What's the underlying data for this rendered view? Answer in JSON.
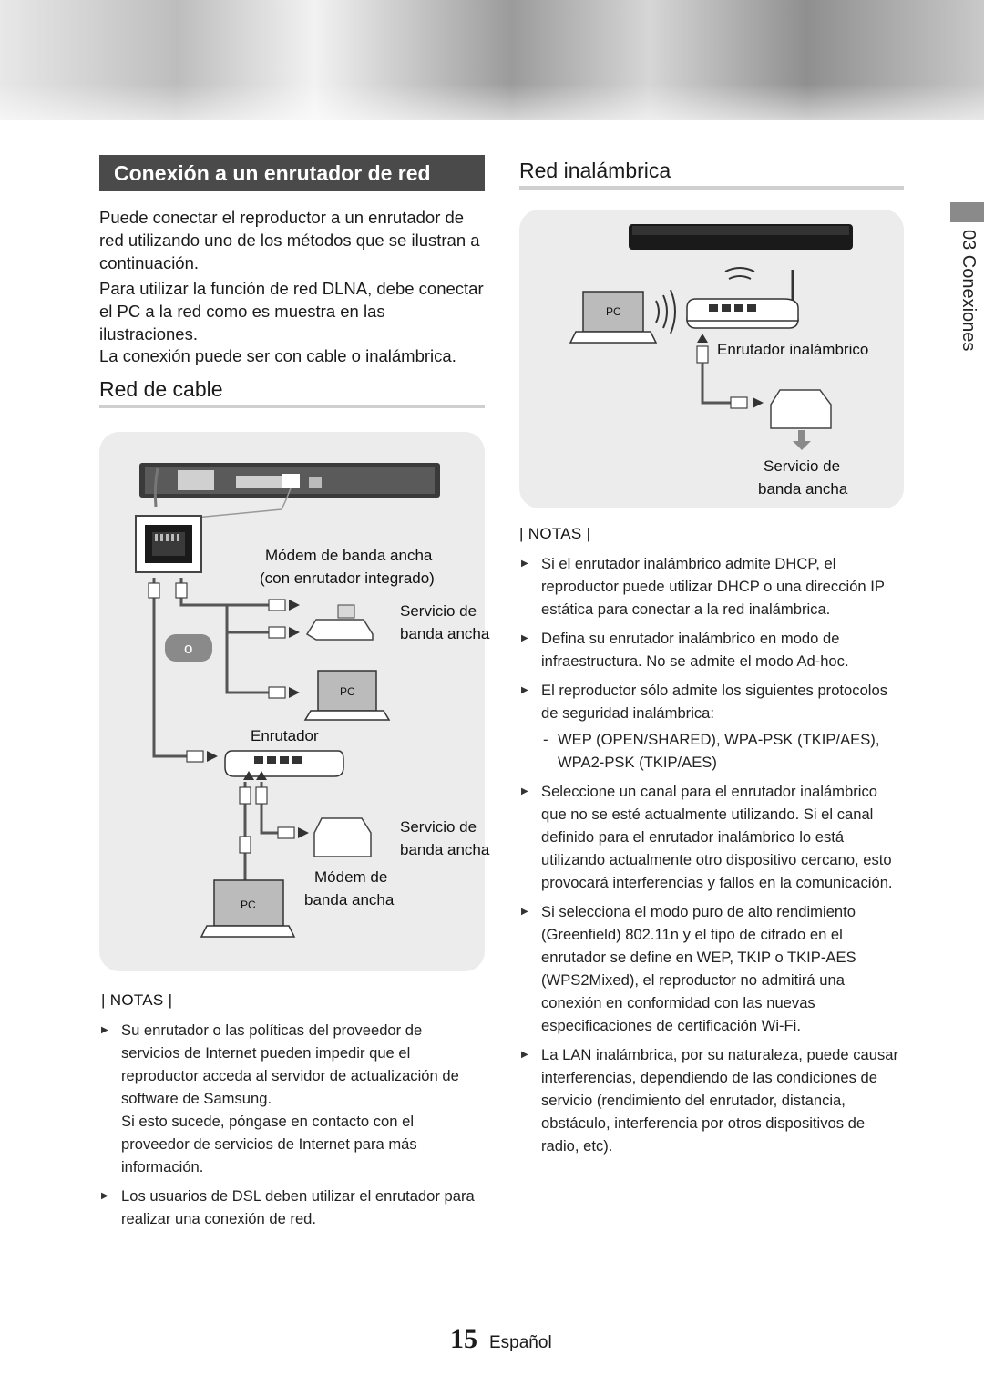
{
  "left": {
    "section_title": "Conexión a un enrutador de red",
    "intro": [
      "Puede conectar el reproductor a un enrutador de red utilizando uno de los métodos que se ilustran a continuación.",
      "Para utilizar la función de red DLNA, debe conectar el PC a la red como es muestra en las ilustraciones.",
      "La conexión puede ser con cable o inalámbrica."
    ],
    "wired_title": "Red de cable",
    "diagram": {
      "modem_router": "Módem de banda ancha",
      "modem_router_2": "(con enrutador integrado)",
      "service1_a": "Servicio de",
      "service1_b": "banda ancha",
      "or_label": "o",
      "pc1": "PC",
      "router": "Enrutador",
      "service2_a": "Servicio de",
      "service2_b": "banda ancha",
      "modem_a": "Módem de",
      "modem_b": "banda ancha",
      "pc2": "PC"
    },
    "notes_header": "| NOTAS |",
    "notes": [
      {
        "p1": "Su enrutador o las políticas del proveedor de servicios de Internet pueden impedir que el reproductor acceda al servidor de actualización de software de Samsung.",
        "p2": "Si esto sucede, póngase en contacto con el proveedor de servicios de Internet para más información."
      },
      {
        "p1": "Los usuarios de DSL deben utilizar el enrutador para realizar una conexión de red."
      }
    ]
  },
  "right": {
    "wireless_title": "Red inalámbrica",
    "diagram": {
      "pc": "PC",
      "wireless_router": "Enrutador inalámbrico",
      "service_a": "Servicio de",
      "service_b": "banda ancha"
    },
    "notes_header": "| NOTAS |",
    "notes": [
      "Si el enrutador inalámbrico admite DHCP, el reproductor puede utilizar DHCP o una dirección IP estática para conectar a la red inalámbrica.",
      "Defina su enrutador inalámbrico en modo de infraestructura. No se admite el modo Ad-hoc.",
      "El reproductor sólo admite los siguientes protocolos de seguridad inalámbrica:",
      "Seleccione un canal para el enrutador inalámbrico que no se esté actualmente utilizando. Si el canal definido para el enrutador inalámbrico lo está utilizando actualmente otro dispositivo cercano, esto provocará interferencias y fallos en la comunicación.",
      "Si selecciona el modo puro de alto rendimiento (Greenfield) 802.11n y el tipo de cifrado en el enrutador se define en WEP, TKIP o TKIP-AES (WPS2Mixed), el reproductor no admitirá una conexión en conformidad con las nuevas especificaciones de certificación Wi-Fi.",
      "La LAN inalámbrica, por su naturaleza, puede causar interferencias, dependiendo de las condiciones de servicio (rendimiento del enrutador, distancia, obstáculo, interferencia por otros dispositivos de radio, etc)."
    ],
    "security_protocols": "WEP (OPEN/SHARED), WPA-PSK (TKIP/AES), WPA2-PSK (TKIP/AES)"
  },
  "side_tab": "03   Conexiones",
  "footer": {
    "page_number": "15",
    "language": "Español"
  }
}
